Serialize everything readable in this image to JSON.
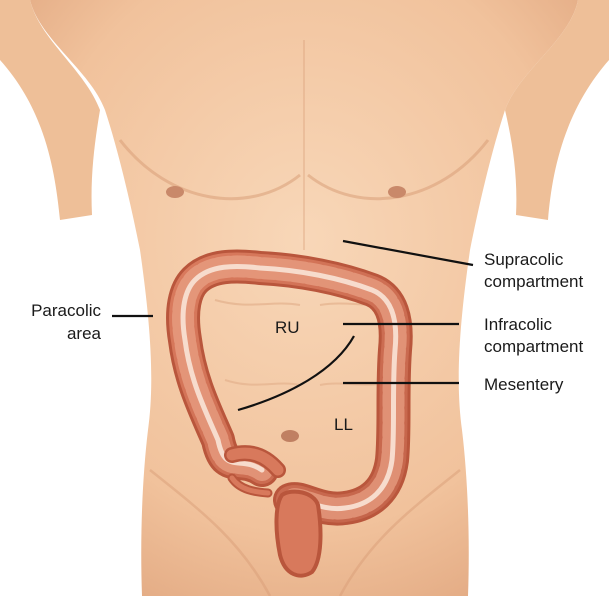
{
  "labels": {
    "supracolic_line1": "Supracolic",
    "supracolic_line2": "compartment",
    "infracolic_line1": "Infracolic",
    "infracolic_line2": "compartment",
    "mesentery": "Mesentery",
    "paracolic_line1": "Paracolic",
    "paracolic_line2": "area",
    "region_ru": "RU",
    "region_ll": "LL"
  },
  "colors": {
    "skin": "#f4c9a3",
    "skin_shadow": "#e2a982",
    "colon_outer": "#c9694f",
    "colon_inner": "#e89a7e",
    "colon_lumen": "#f6d5c4",
    "leader_line": "#111111"
  }
}
